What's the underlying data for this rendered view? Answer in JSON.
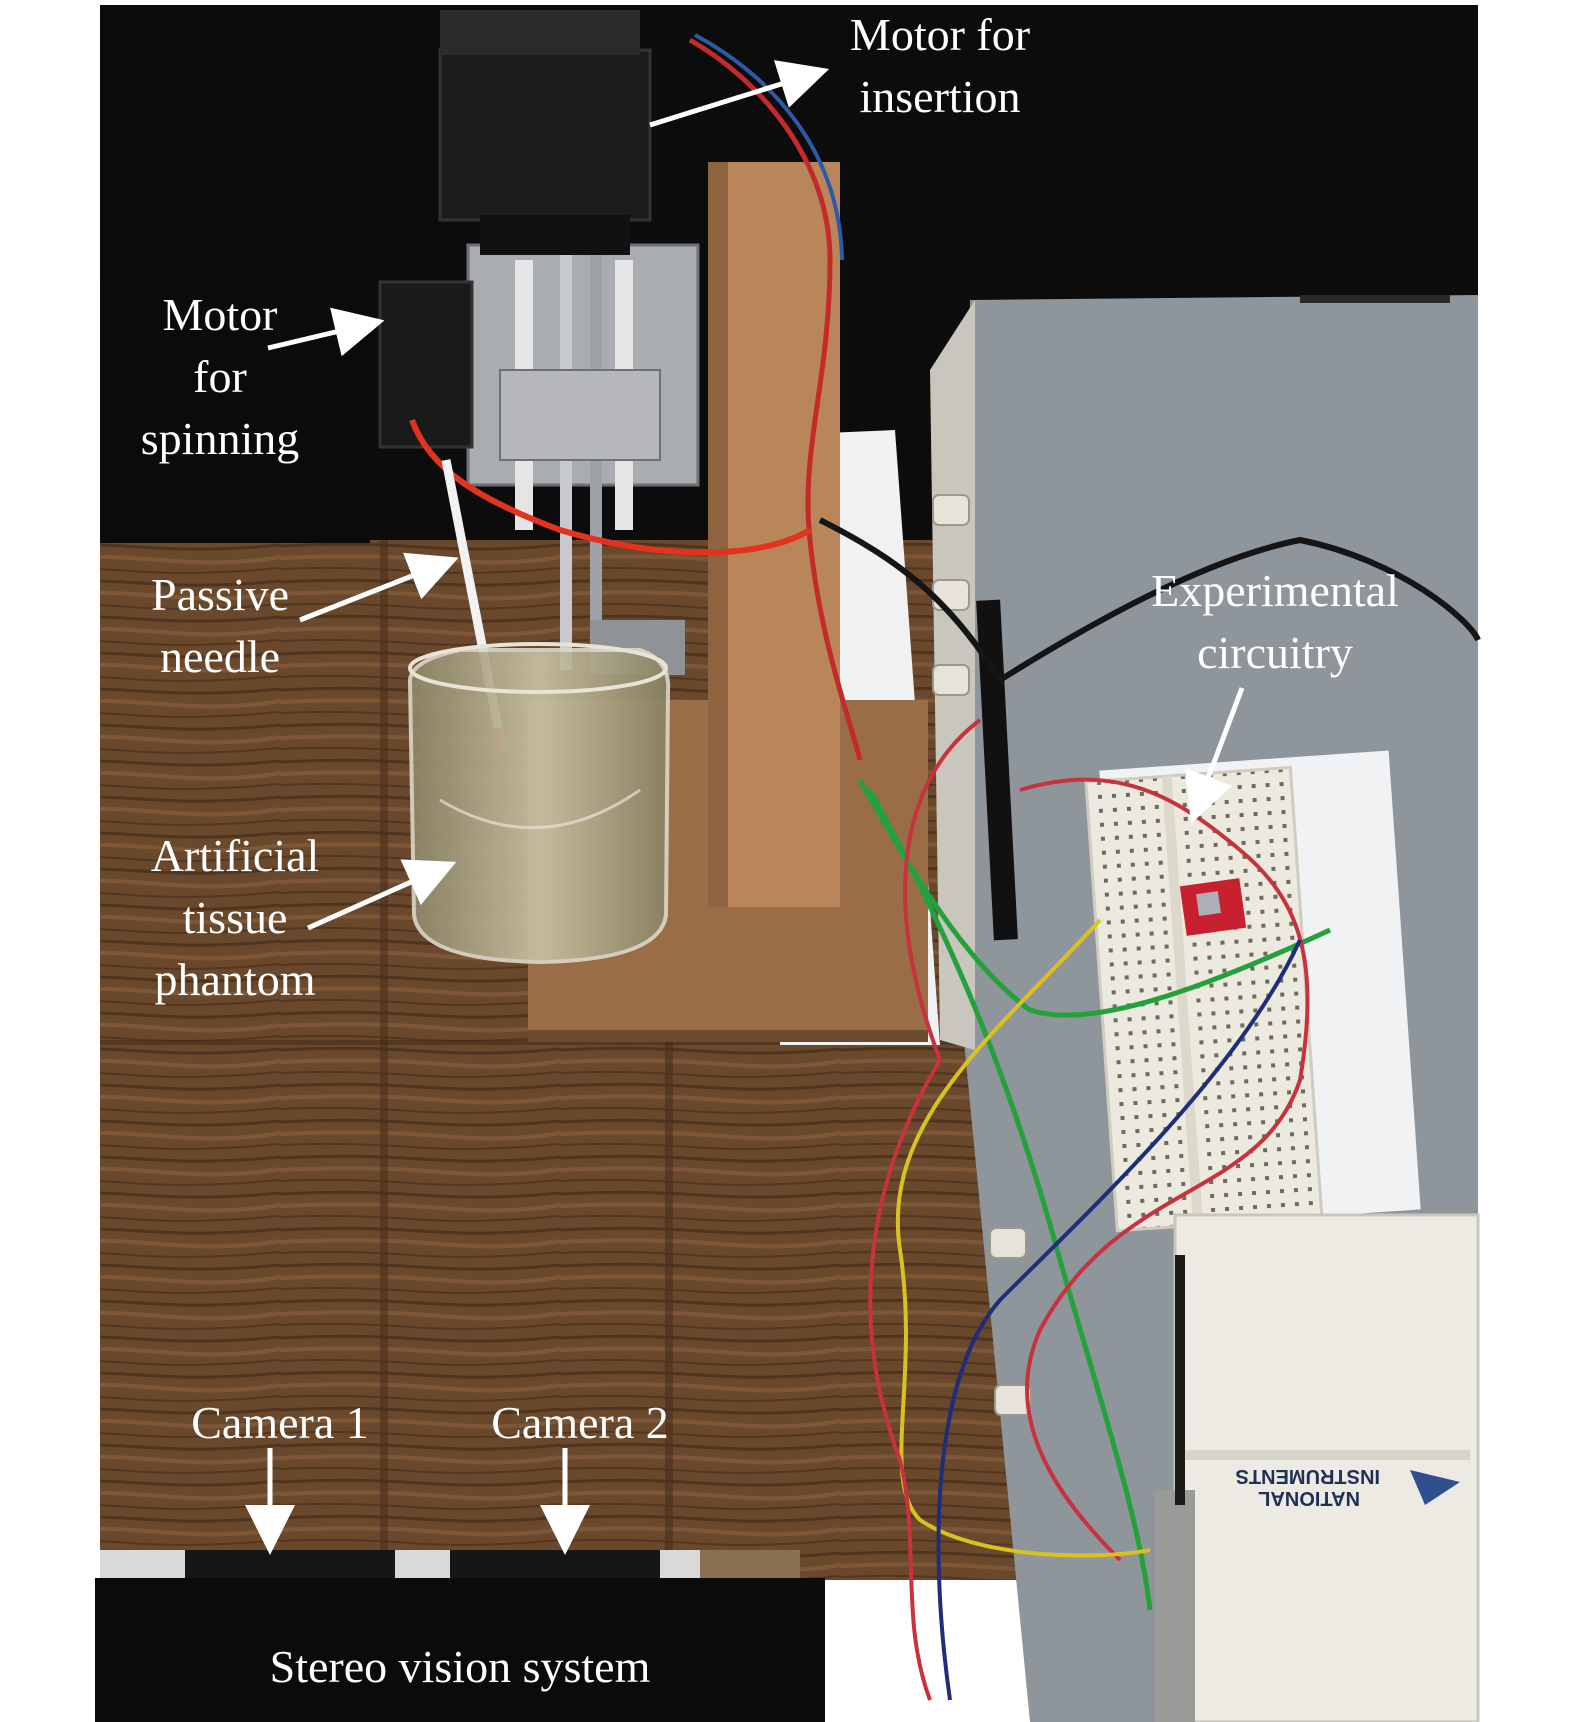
{
  "labels": {
    "motor_insertion": [
      "Motor for",
      "insertion"
    ],
    "motor_spinning": [
      "Motor",
      "for",
      "spinning"
    ],
    "passive_needle": [
      "Passive",
      "needle"
    ],
    "tissue_phantom": [
      "Artificial",
      "tissue",
      "phantom"
    ],
    "experimental_circuitry": [
      "Experimental",
      "circuitry"
    ],
    "camera_1": "Camera 1",
    "camera_2": "Camera 2",
    "stereo_vision": "Stereo vision system"
  },
  "daq_brand": [
    "NATIONAL",
    "INSTRUMENTS"
  ],
  "colors": {
    "background_dark": "#0d0d0d",
    "wood": "#6b4a2e",
    "instrument_gray": "#8d949a",
    "foam": "#eef0f2",
    "label_text": "#ffffff"
  }
}
